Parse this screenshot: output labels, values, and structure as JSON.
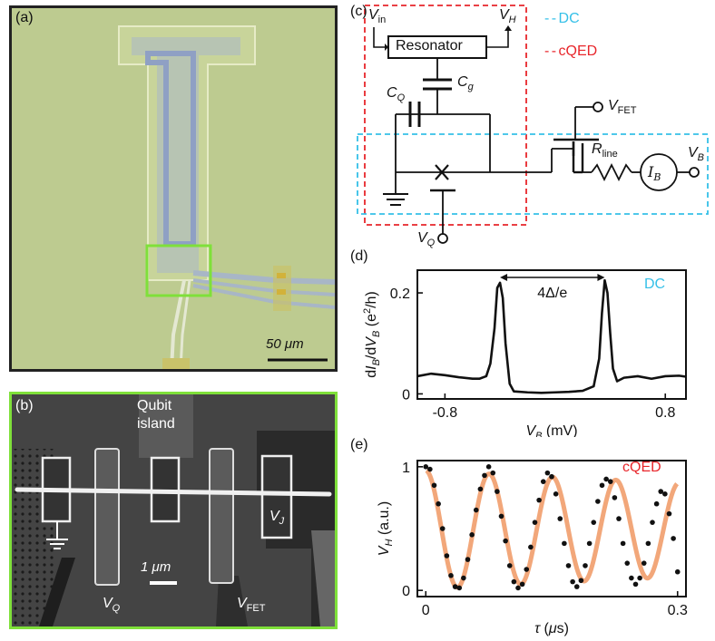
{
  "panels": {
    "a": {
      "label": "(a)",
      "scale_bar": "50 μm"
    },
    "b": {
      "label": "(b)",
      "qubit_island_l1": "Qubit",
      "qubit_island_l2": "island",
      "scale_bar": "1 μm",
      "vq": "V",
      "vq_sub": "Q",
      "vfet": "V",
      "vfet_sub": "FET",
      "vj": "V",
      "vj_sub": "J"
    },
    "c": {
      "label": "(c)",
      "resonator": "Resonator",
      "vin": "V",
      "vin_sub": "in",
      "vh": "V",
      "vh_sub": "H",
      "cq": "C",
      "cq_sub": "Q",
      "cg": "C",
      "cg_sub": "g",
      "vfet": "V",
      "vfet_sub": "FET",
      "rline": "R",
      "rline_sub": "line",
      "ib": "I",
      "ib_sub": "B",
      "vb": "V",
      "vb_sub": "B",
      "vq": "V",
      "vq_sub": "Q",
      "legend_dc": "DC",
      "legend_cqed": "cQED",
      "color_dc": "#35c0e8",
      "color_cqed": "#e8262b"
    },
    "d": {
      "label": "(d)",
      "tag": "DC",
      "gap_label": "4Δ/e"
    },
    "e": {
      "label": "(e)",
      "tag": "cQED"
    }
  },
  "chart_data": [
    {
      "type": "line",
      "panel": "d",
      "title": "",
      "xlabel": "V_B (mV)",
      "ylabel": "dI_B/dV_B (e^2/h)",
      "xlim": [
        -1.0,
        0.95
      ],
      "ylim": [
        -0.01,
        0.245
      ],
      "xticks": [
        -0.8,
        0.8
      ],
      "xtick_labels": [
        "-0.8",
        "0.8"
      ],
      "yticks": [
        0,
        0.2
      ],
      "ytick_labels": [
        "0",
        "0.2"
      ],
      "series": [
        {
          "x": [
            -1.0,
            -0.9,
            -0.8,
            -0.7,
            -0.6,
            -0.55,
            -0.5,
            -0.47,
            -0.44,
            -0.42,
            -0.4,
            -0.38,
            -0.36,
            -0.33,
            -0.3,
            -0.2,
            -0.1,
            0.0,
            0.1,
            0.2,
            0.28,
            0.32,
            0.34,
            0.36,
            0.38,
            0.4,
            0.42,
            0.45,
            0.5,
            0.6,
            0.7,
            0.8,
            0.9,
            0.95
          ],
          "y": [
            0.035,
            0.04,
            0.037,
            0.033,
            0.03,
            0.03,
            0.035,
            0.06,
            0.13,
            0.21,
            0.22,
            0.19,
            0.1,
            0.02,
            0.005,
            0.003,
            0.002,
            0.003,
            0.004,
            0.006,
            0.015,
            0.07,
            0.16,
            0.225,
            0.2,
            0.12,
            0.05,
            0.025,
            0.032,
            0.035,
            0.03,
            0.035,
            0.036,
            0.034
          ]
        }
      ],
      "annotations": [
        "4Δ/e",
        "DC"
      ]
    },
    {
      "type": "scatter",
      "panel": "e",
      "title": "",
      "xlabel": "τ (μs)",
      "ylabel": "V_H (a.u.)",
      "xlim": [
        -0.01,
        0.31
      ],
      "ylim": [
        -0.05,
        1.05
      ],
      "xticks": [
        0,
        0.3
      ],
      "xtick_labels": [
        "0",
        "0.3"
      ],
      "yticks": [
        0,
        1
      ],
      "ytick_labels": [
        "0",
        "1"
      ],
      "fit": {
        "model": "damped_cosine",
        "amplitude": 0.48,
        "offset": 0.49,
        "period_us": 0.0755,
        "decay_us": 1.3
      },
      "series": [
        {
          "name": "data",
          "x": [
            0,
            0.005,
            0.01,
            0.015,
            0.02,
            0.025,
            0.03,
            0.035,
            0.04,
            0.045,
            0.05,
            0.055,
            0.06,
            0.065,
            0.07,
            0.075,
            0.08,
            0.085,
            0.09,
            0.095,
            0.1,
            0.105,
            0.11,
            0.115,
            0.12,
            0.125,
            0.13,
            0.135,
            0.14,
            0.145,
            0.15,
            0.155,
            0.16,
            0.165,
            0.17,
            0.175,
            0.18,
            0.185,
            0.19,
            0.195,
            0.2,
            0.205,
            0.21,
            0.215,
            0.22,
            0.225,
            0.23,
            0.235,
            0.24,
            0.245,
            0.25,
            0.255,
            0.26,
            0.265,
            0.27,
            0.275,
            0.28,
            0.285,
            0.29,
            0.295,
            0.3
          ],
          "y": [
            1.0,
            0.98,
            0.85,
            0.7,
            0.5,
            0.28,
            0.12,
            0.03,
            0.02,
            0.1,
            0.25,
            0.45,
            0.65,
            0.82,
            0.93,
            1.0,
            0.95,
            0.8,
            0.6,
            0.4,
            0.2,
            0.07,
            0.02,
            0.05,
            0.17,
            0.35,
            0.55,
            0.73,
            0.88,
            0.95,
            0.92,
            0.78,
            0.58,
            0.38,
            0.2,
            0.07,
            0.03,
            0.08,
            0.2,
            0.38,
            0.55,
            0.72,
            0.85,
            0.9,
            0.88,
            0.75,
            0.58,
            0.38,
            0.22,
            0.1,
            0.05,
            0.1,
            0.22,
            0.38,
            0.55,
            0.7,
            0.8,
            0.78,
            0.62,
            0.42,
            0.15
          ]
        }
      ]
    }
  ]
}
